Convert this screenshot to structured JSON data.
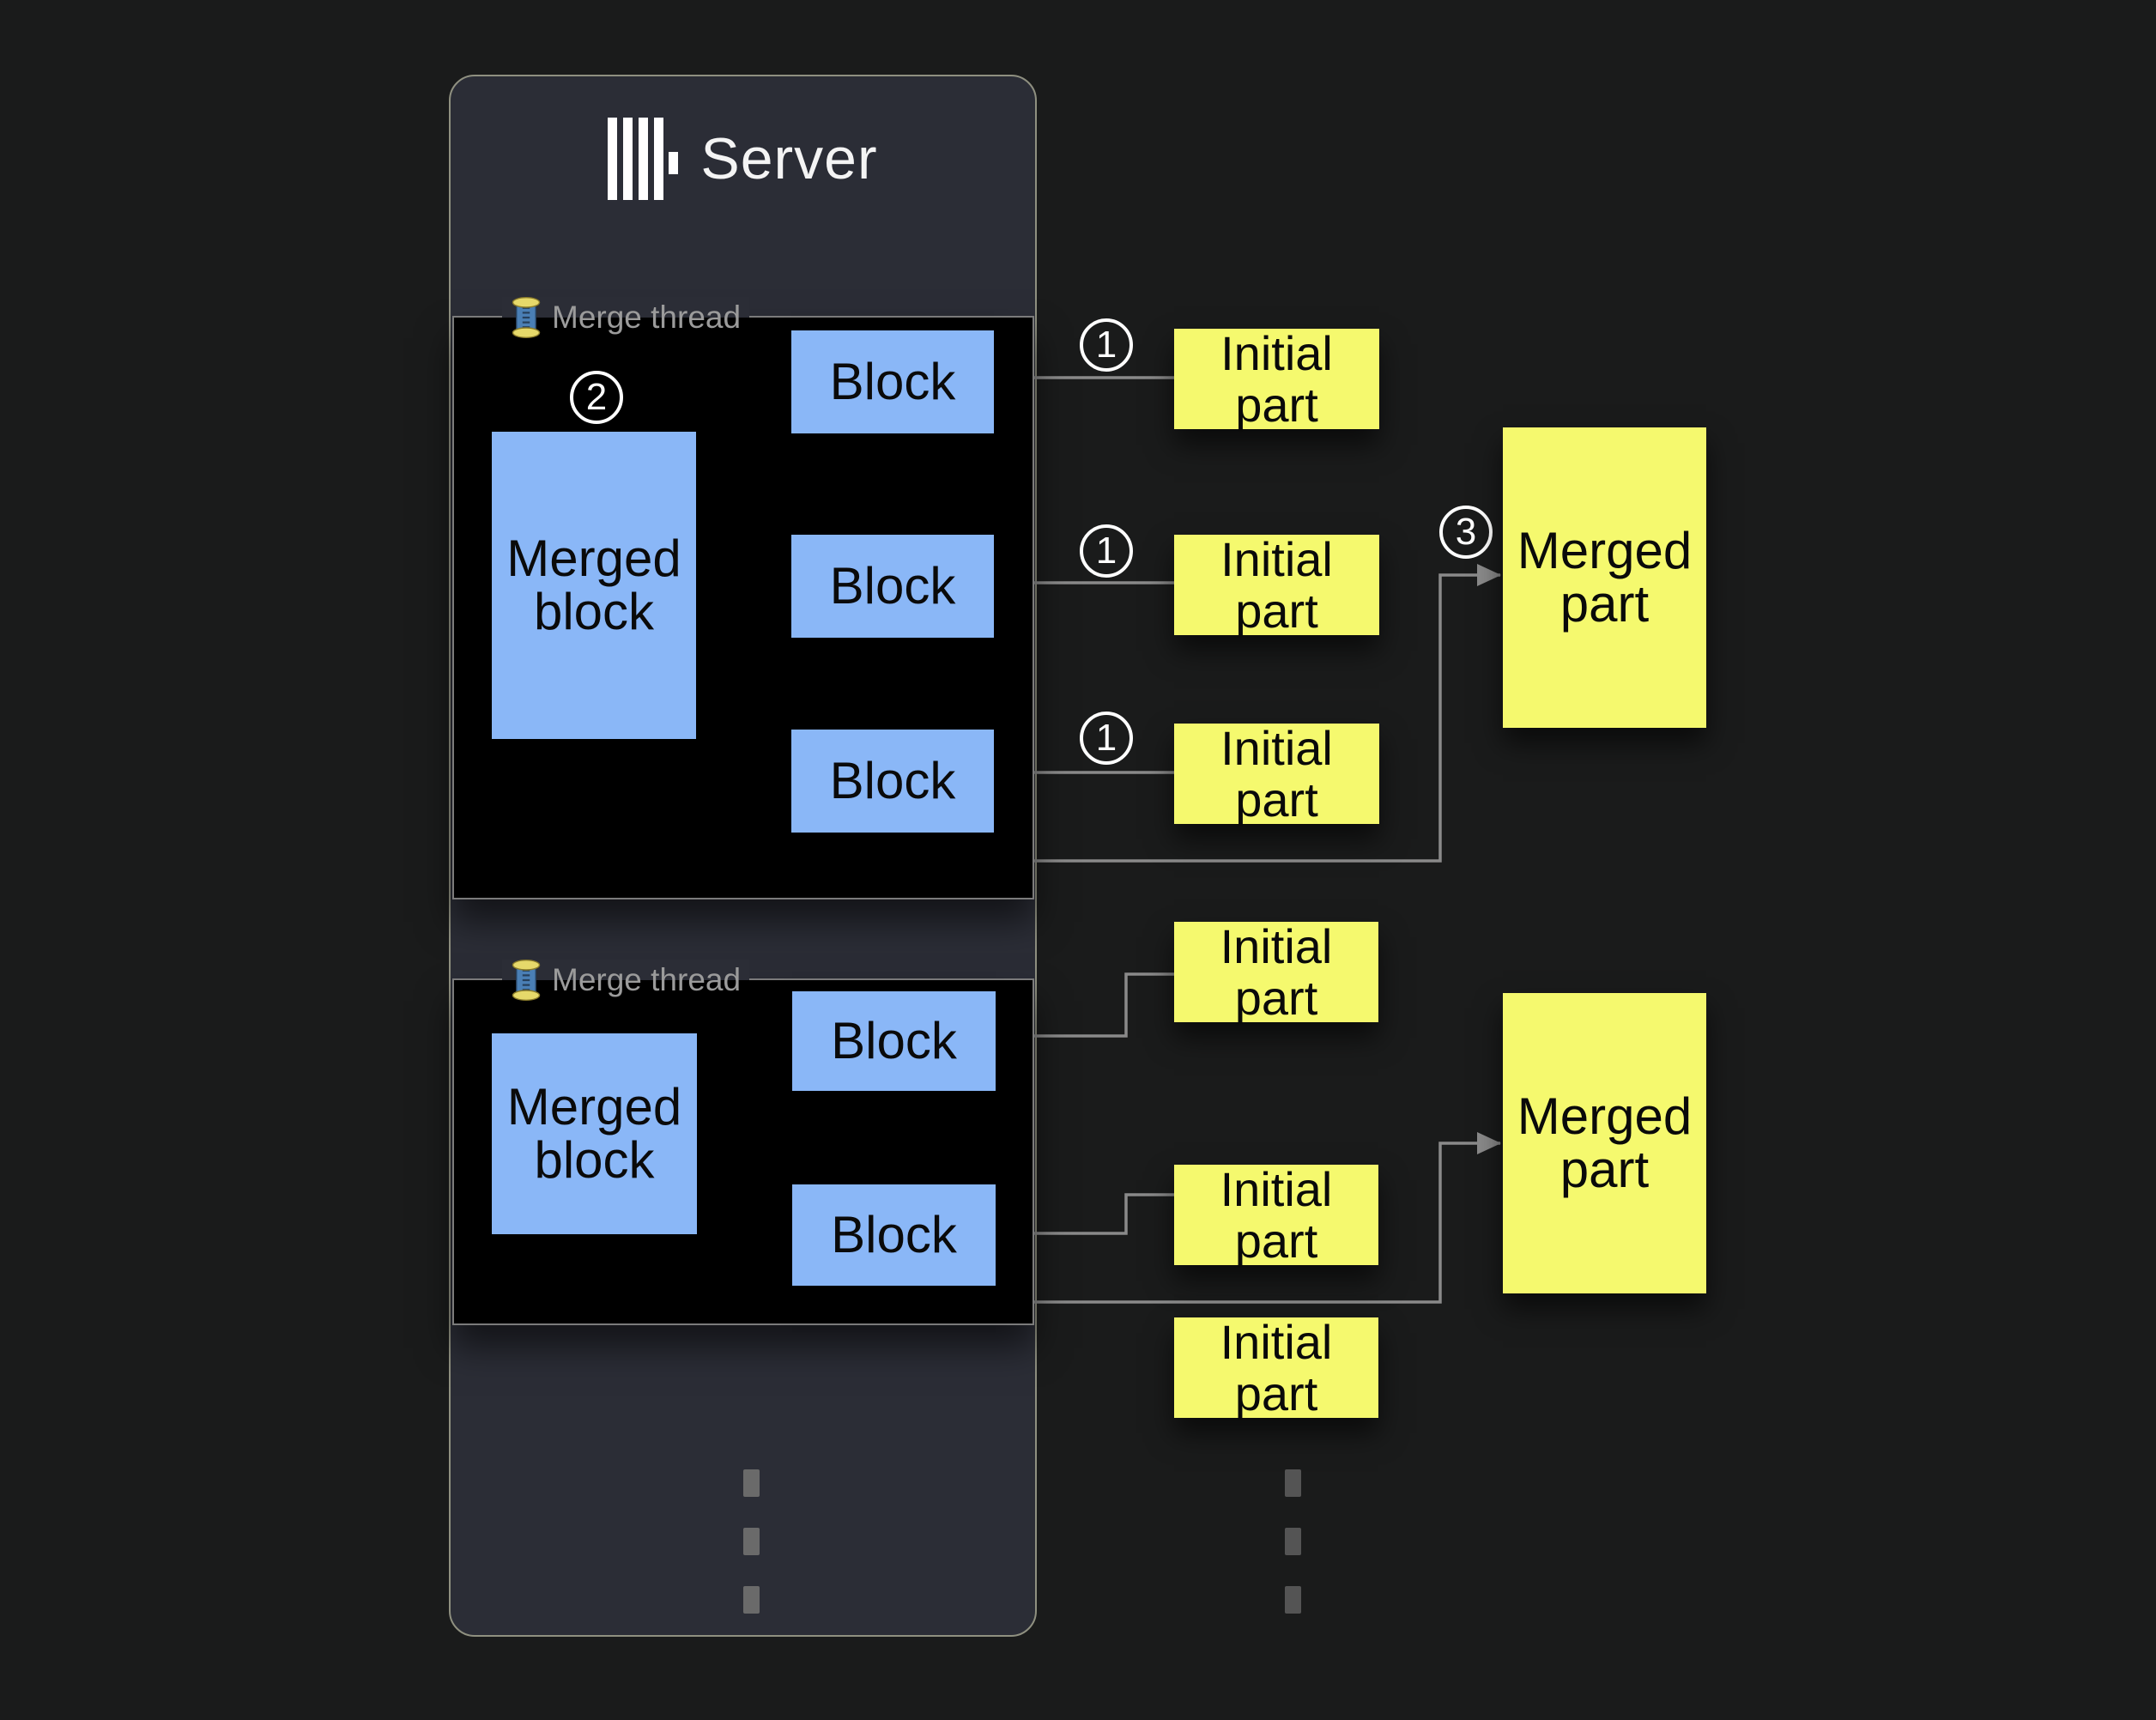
{
  "server": {
    "title": "Server"
  },
  "labels": {
    "merge_thread": "Merge thread",
    "block": "Block",
    "merged_block": "Merged block",
    "initial_part": "Initial part",
    "merged_part": "Merged part"
  },
  "steps": {
    "one": "1",
    "two": "2",
    "three": "3"
  },
  "icons": {
    "logo": "clickhouse-logo",
    "thread": "thread-spool",
    "continuation": "vertical-ellipsis"
  },
  "colors": {
    "background": "#1a1b1b",
    "server_fill": "#2b2d36",
    "server_border": "#8f9080",
    "panel_fill": "#000000",
    "panel_border": "#7b7b7b",
    "block_fill": "#8ab7f7",
    "part_fill": "#f5f96e",
    "wire": "#8a8a8a",
    "label_text": "#9b9b9b",
    "title_text": "#f4f4f4"
  }
}
